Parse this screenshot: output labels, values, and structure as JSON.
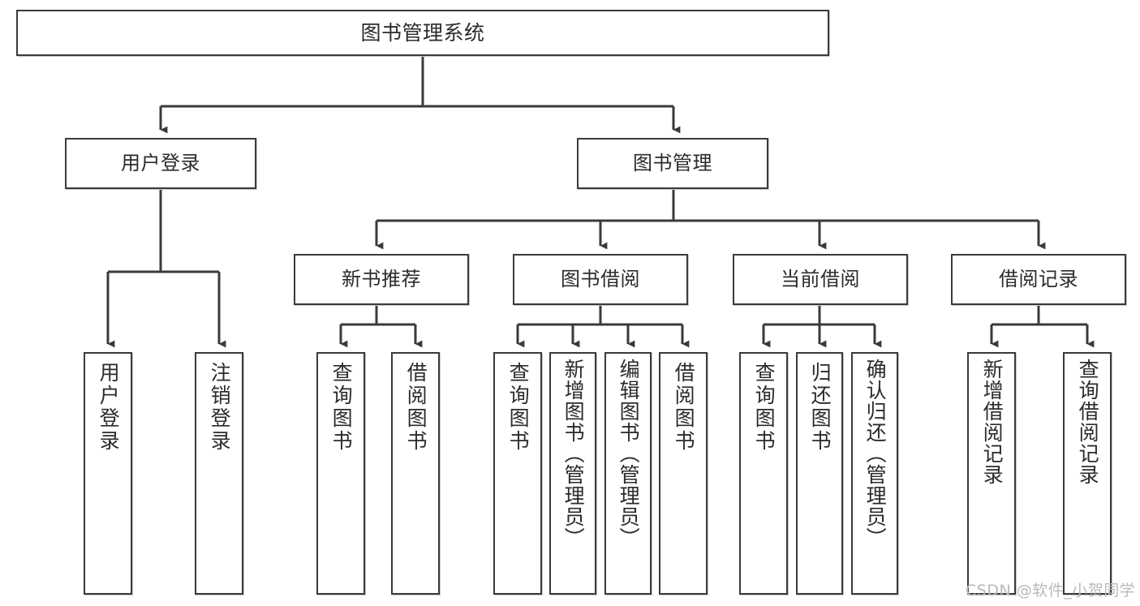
{
  "diagram": {
    "title": "图书管理系统",
    "type": "hierarchy-tree",
    "watermark": "CSDN @软件_小贺同学",
    "colors": {
      "node_border": "#3a3a3a",
      "node_fill": "#ffffff",
      "connector": "#3a3a3a",
      "text": "#2b2b2b",
      "watermark": "#b9b9b9",
      "background": "#ffffff"
    },
    "levels": {
      "root": {
        "label": "图书管理系统"
      },
      "level2": [
        {
          "id": "user-login",
          "label": "用户登录"
        },
        {
          "id": "book-management",
          "label": "图书管理"
        }
      ],
      "level3": [
        {
          "id": "new-book-recommend",
          "label": "新书推荐"
        },
        {
          "id": "book-borrow",
          "label": "图书借阅"
        },
        {
          "id": "current-borrow",
          "label": "当前借阅"
        },
        {
          "id": "borrow-record",
          "label": "借阅记录"
        }
      ],
      "leaves": [
        {
          "id": "leaf-user-login",
          "label": "用户登录",
          "parent": "user-login"
        },
        {
          "id": "leaf-logout",
          "label": "注销登录",
          "parent": "user-login"
        },
        {
          "id": "leaf-query-book-1",
          "label": "查询图书",
          "parent": "new-book-recommend"
        },
        {
          "id": "leaf-borrow-book-1",
          "label": "借阅图书",
          "parent": "new-book-recommend"
        },
        {
          "id": "leaf-query-book-2",
          "label": "查询图书",
          "parent": "book-borrow"
        },
        {
          "id": "leaf-add-book",
          "label": "新增图书（管理员）",
          "parent": "book-borrow"
        },
        {
          "id": "leaf-edit-book",
          "label": "编辑图书（管理员）",
          "parent": "book-borrow"
        },
        {
          "id": "leaf-borrow-book-2",
          "label": "借阅图书",
          "parent": "book-borrow"
        },
        {
          "id": "leaf-query-book-3",
          "label": "查询图书",
          "parent": "current-borrow"
        },
        {
          "id": "leaf-return-book",
          "label": "归还图书",
          "parent": "current-borrow"
        },
        {
          "id": "leaf-confirm-return",
          "label": "确认归还（管理员）",
          "parent": "current-borrow"
        },
        {
          "id": "leaf-add-record",
          "label": "新增借阅记录",
          "parent": "borrow-record"
        },
        {
          "id": "leaf-query-record",
          "label": "查询借阅记录",
          "parent": "borrow-record"
        }
      ]
    }
  }
}
